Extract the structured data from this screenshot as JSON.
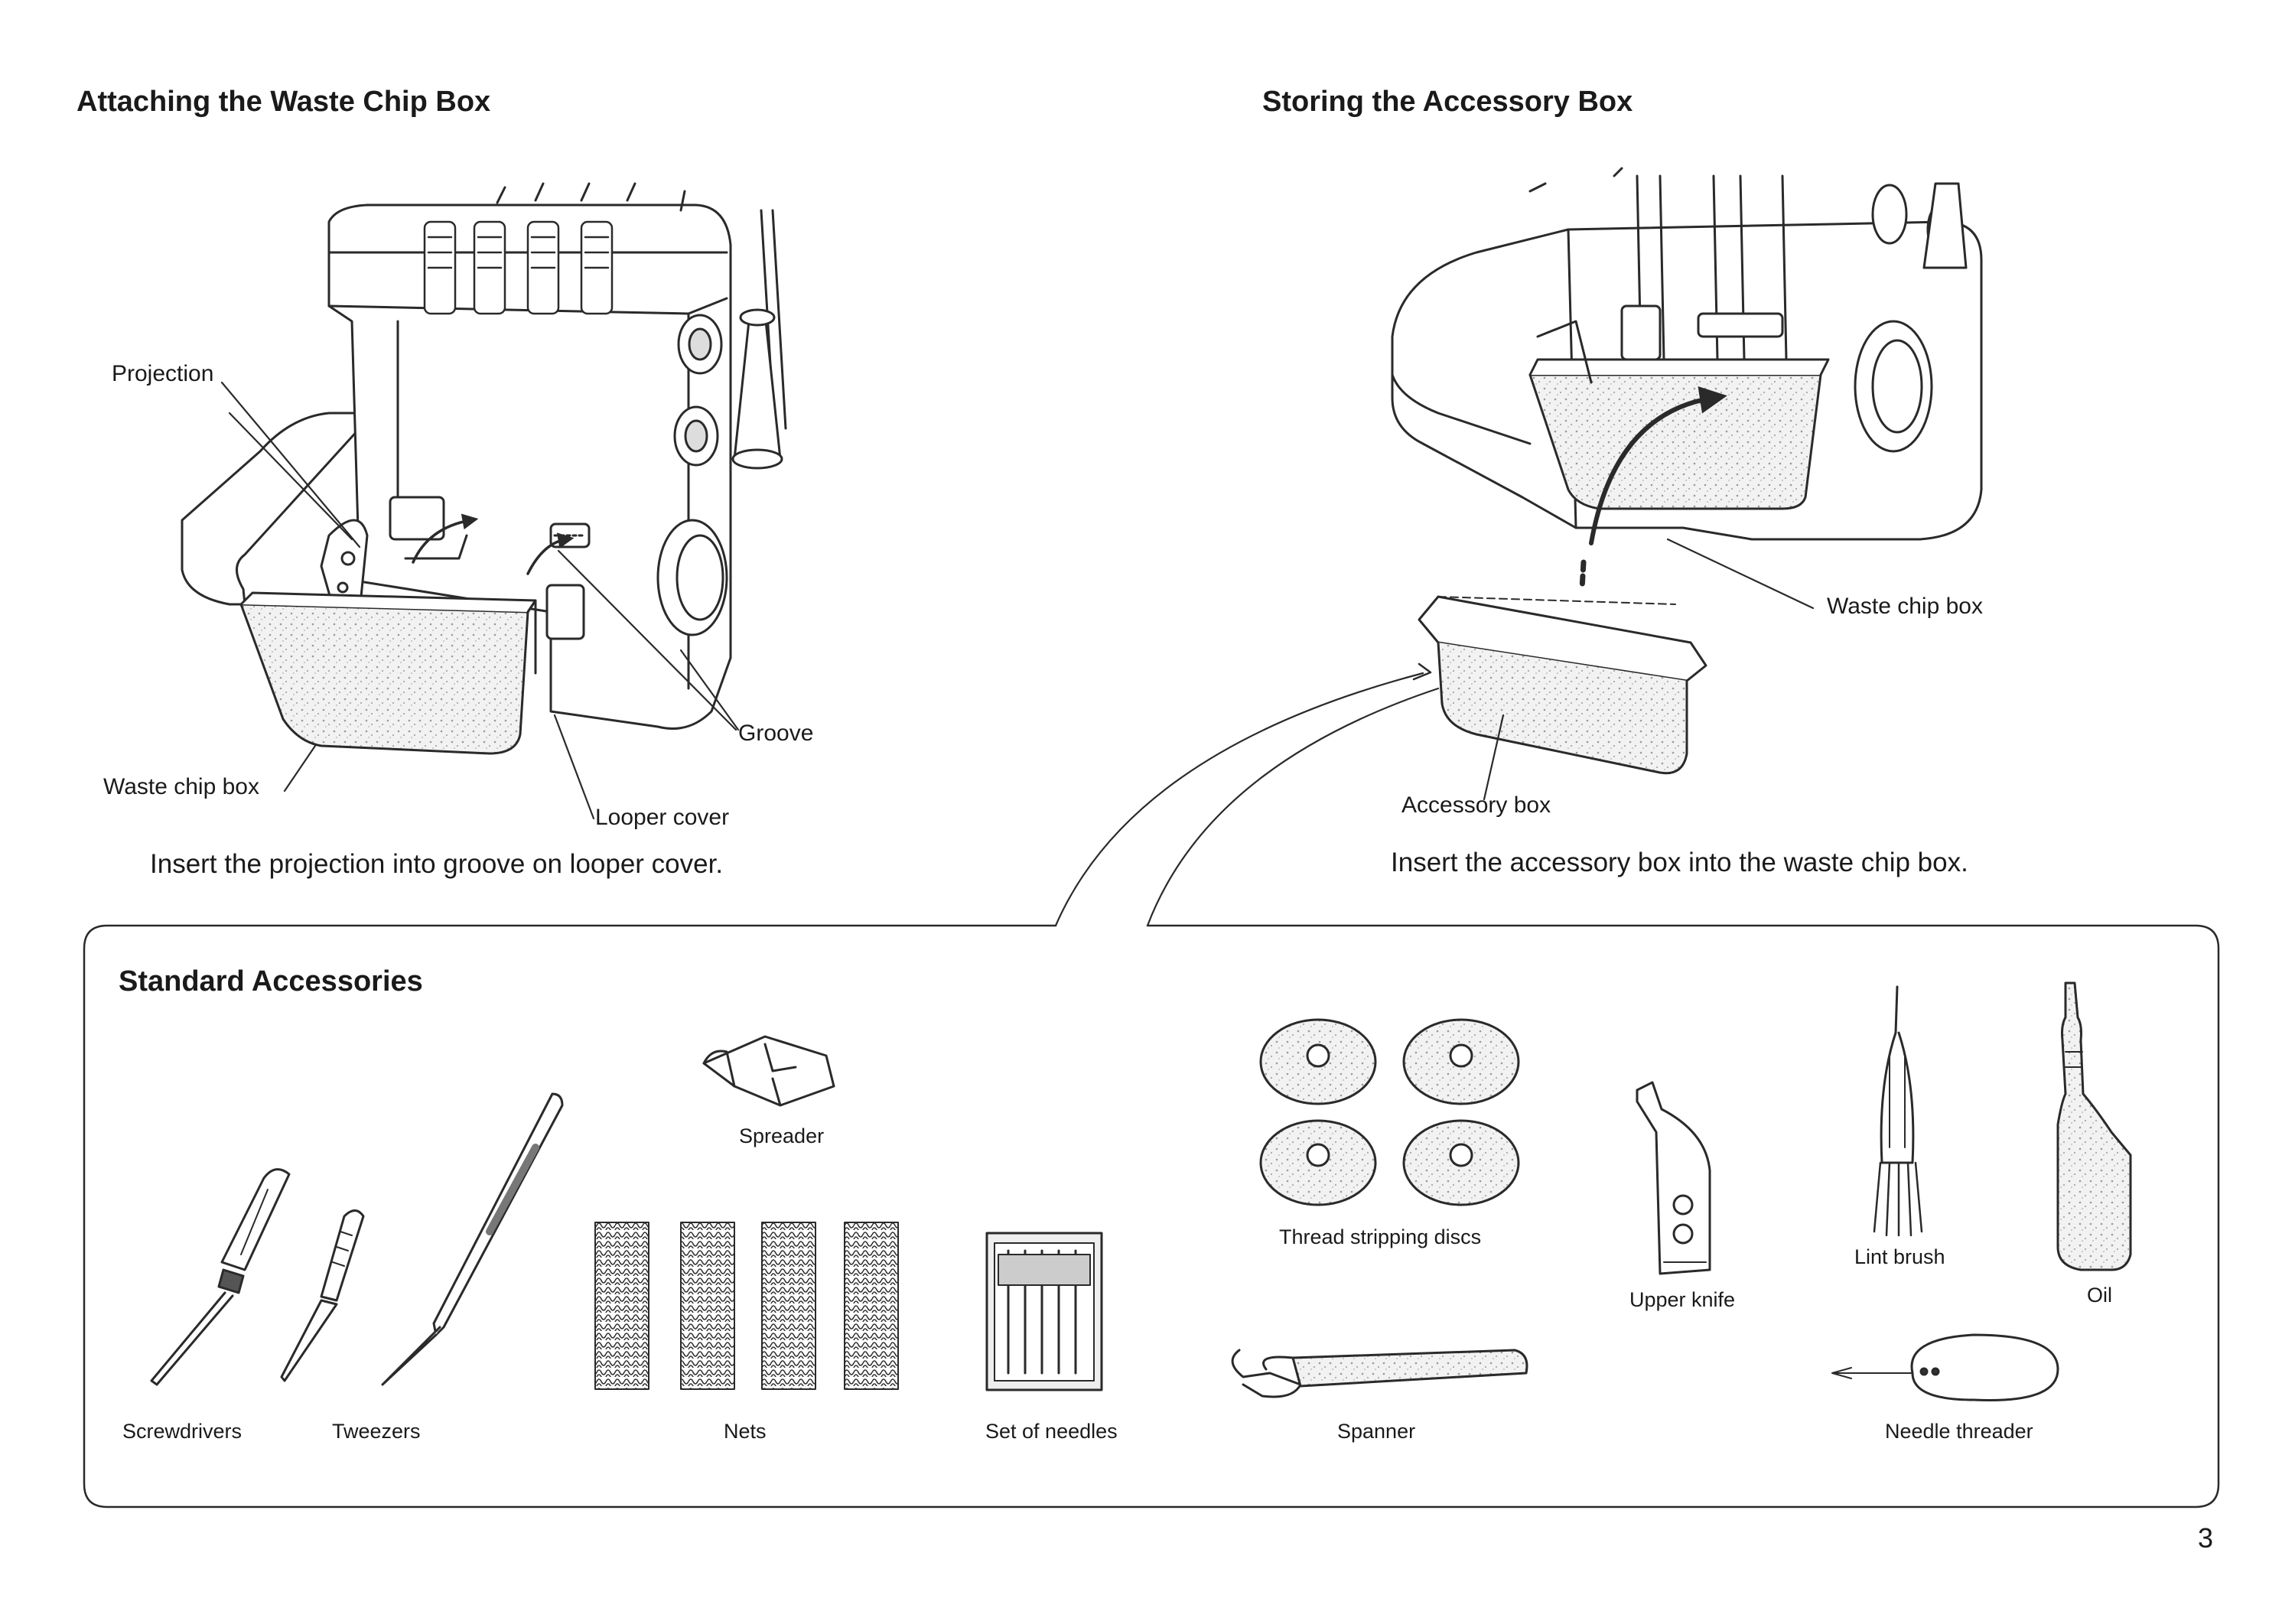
{
  "left_section": {
    "heading": "Attaching the Waste Chip Box",
    "labels": {
      "projection": "Projection",
      "waste_chip_box": "Waste chip box",
      "groove": "Groove",
      "looper_cover": "Looper cover"
    },
    "caption": "Insert the projection into groove on looper cover."
  },
  "right_section": {
    "heading": "Storing the Accessory Box",
    "labels": {
      "waste_chip_box": "Waste chip box",
      "accessory_box": "Accessory box"
    },
    "caption": "Insert the accessory box into the waste chip box."
  },
  "accessories": {
    "heading": "Standard Accessories",
    "items": {
      "screwdrivers": "Screwdrivers",
      "tweezers": "Tweezers",
      "spreader": "Spreader",
      "nets": "Nets",
      "set_of_needles": "Set of needles",
      "thread_stripping_discs": "Thread stripping discs",
      "spanner": "Spanner",
      "upper_knife": "Upper knife",
      "lint_brush": "Lint brush",
      "oil": "Oil",
      "needle_threader": "Needle threader"
    }
  },
  "page_number": "3"
}
